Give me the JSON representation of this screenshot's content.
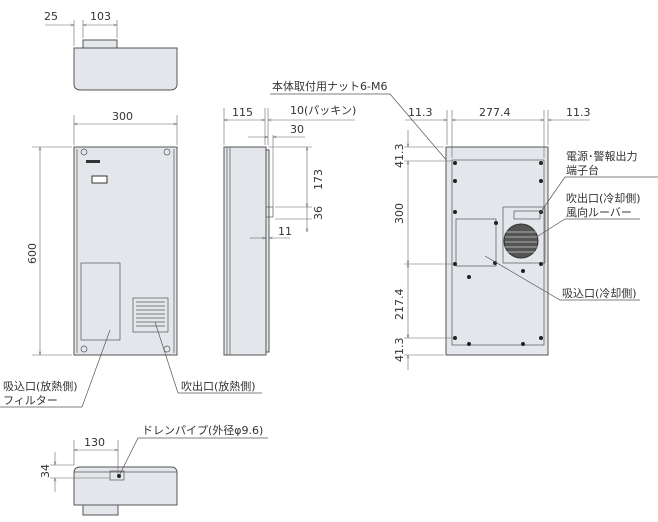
{
  "top_view": {
    "dim_offset": "25",
    "dim_width": "103"
  },
  "front_view": {
    "dim_width": "300",
    "dim_height": "600",
    "label_inlet_line1": "吸込口(放熱側)",
    "label_inlet_line2": "フィルター",
    "label_outlet": "吹出口(放熱側)"
  },
  "side_view": {
    "dim_depth": "115",
    "dim_packing": "10(パッキン)",
    "dim_30": "30",
    "dim_173": "173",
    "dim_36": "36",
    "dim_11": "11",
    "label_nut": "本体取付用ナット6-M6"
  },
  "back_view": {
    "dim_left": "11.3",
    "dim_center": "277.4",
    "dim_right": "11.3",
    "dim_v1": "41.3",
    "dim_v2": "300",
    "dim_v3": "217.4",
    "dim_v4": "41.3",
    "label_terminal_line1": "電源･警報出力",
    "label_terminal_line2": "端子台",
    "label_outlet_line1": "吹出口(冷却側)",
    "label_outlet_line2": "風向ルーバー",
    "label_inlet": "吸込口(冷却側)"
  },
  "bottom_view": {
    "dim_width": "130",
    "dim_height": "34",
    "label_drain": "ドレンパイプ(外径φ9.6)"
  }
}
